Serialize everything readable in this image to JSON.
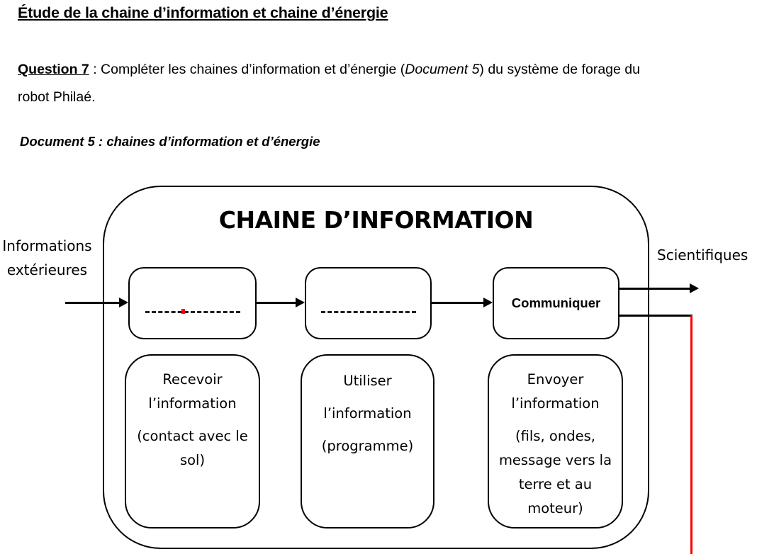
{
  "document": {
    "title": "Étude de la chaine d’information et chaine d’énergie",
    "question": {
      "label": "Question 7",
      "sep": " : ",
      "part1": "Compléter les chaines d’information et d’énergie (",
      "italic": "Document 5",
      "part2": ") du système de forage du",
      "line2": "robot Philaé."
    },
    "doc5_caption": "Document 5 : chaines d’information et d’énergie"
  },
  "diagram": {
    "title": "CHAINE D’INFORMATION",
    "input_label": {
      "line1": "Informations",
      "line2": "extérieures"
    },
    "output_label": "Scientifiques",
    "row1": {
      "acquire": "",
      "process": "",
      "communicate": "Communiquer"
    },
    "row2": {
      "recevoir": {
        "p1": [
          "Recevoir",
          "l’information"
        ],
        "p2": [
          "(contact avec le",
          "sol)"
        ]
      },
      "utiliser": {
        "p1": [
          "Utiliser",
          "l’information",
          "(programme)"
        ]
      },
      "envoyer": {
        "p1": [
          "Envoyer",
          "l’information"
        ],
        "p2": [
          "(fils, ondes,",
          "message vers la",
          "terre et au",
          "moteur)"
        ]
      }
    },
    "colors": {
      "line": "#000000",
      "red": "#ff0000"
    }
  }
}
